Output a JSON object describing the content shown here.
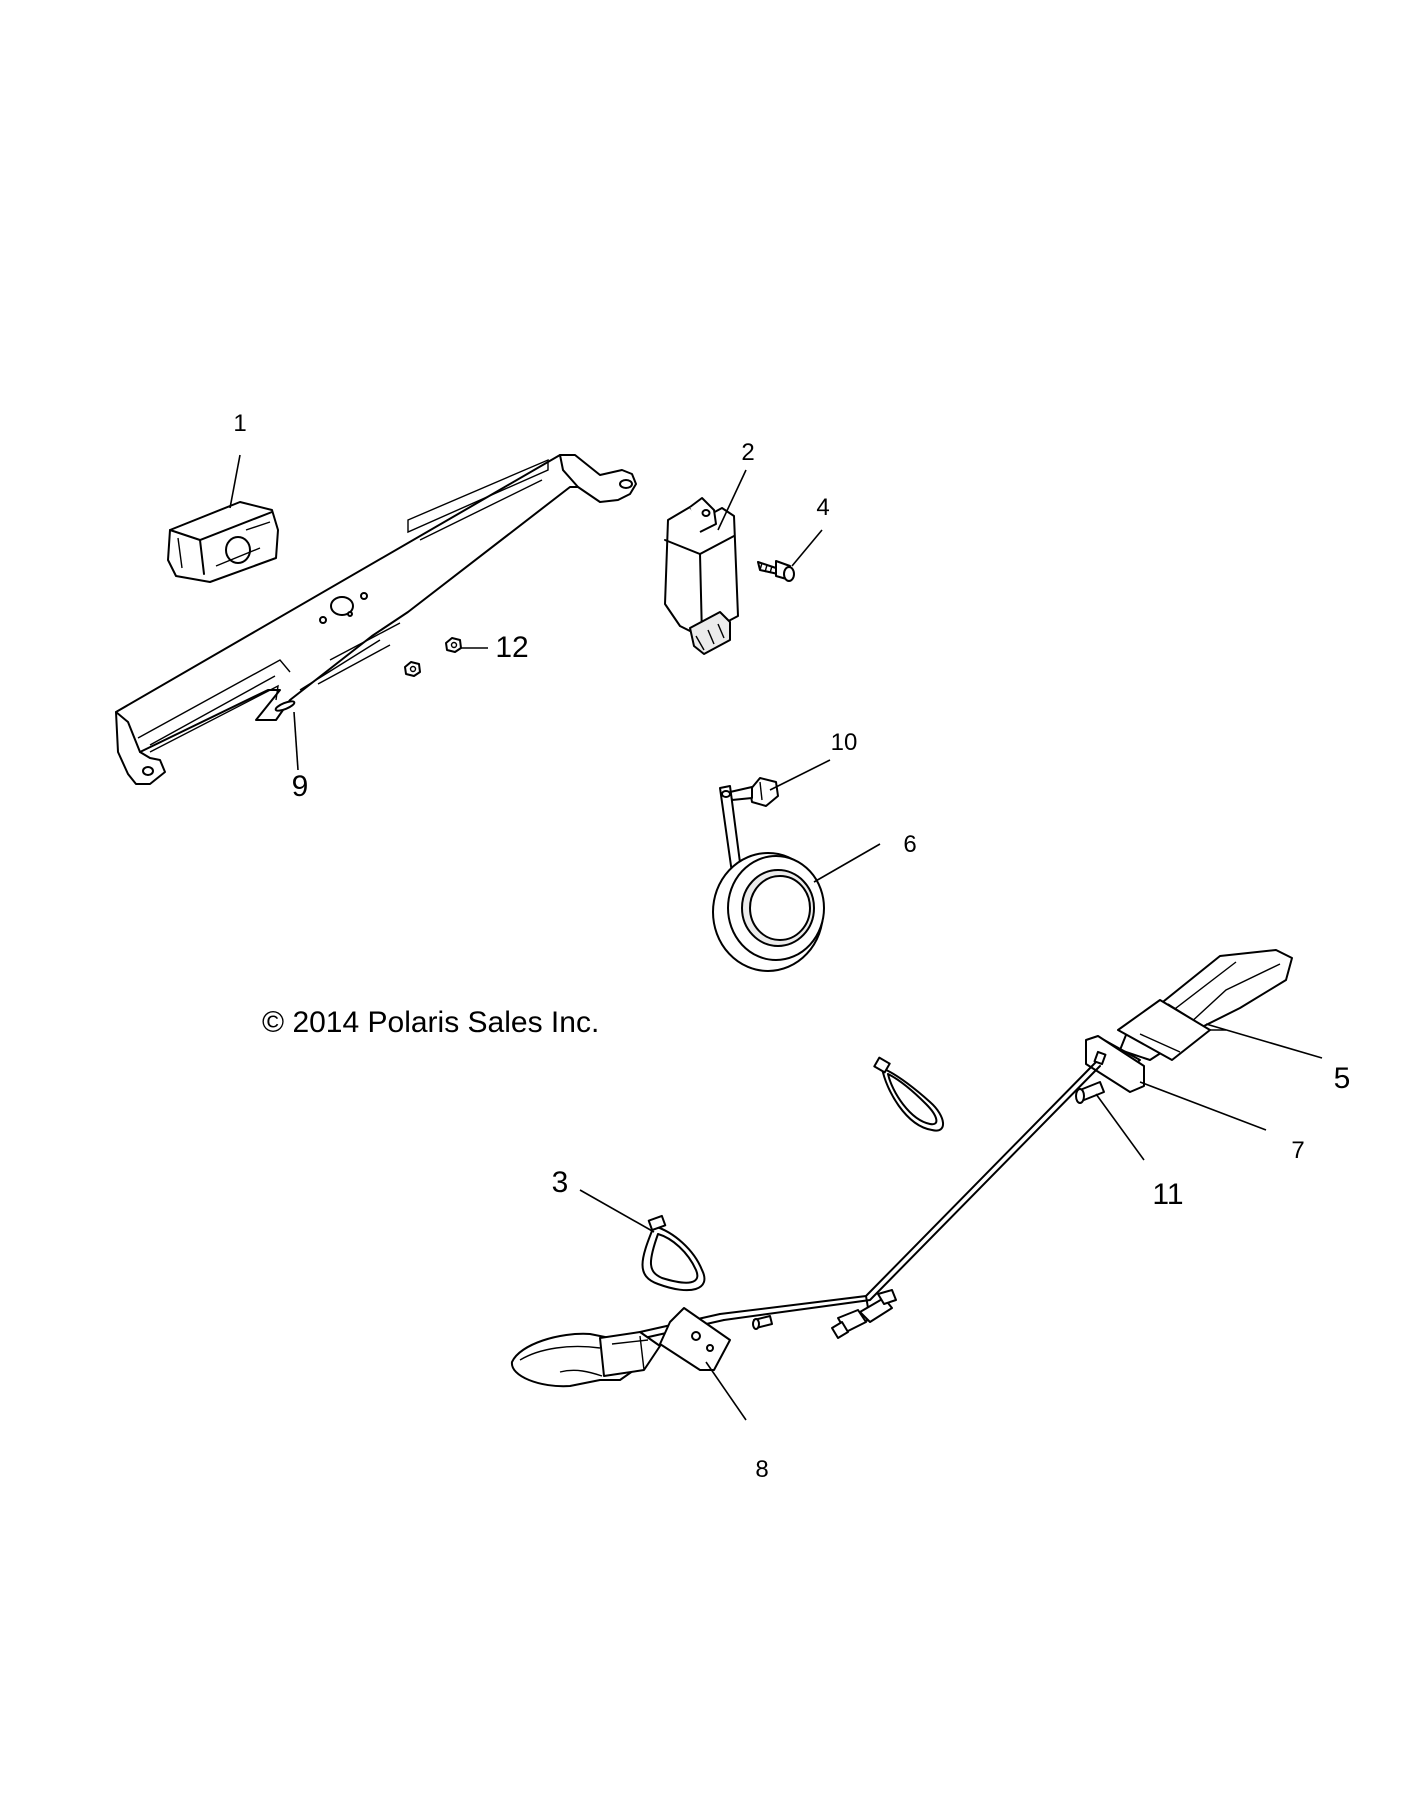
{
  "copyright": "© 2014 Polaris Sales Inc.",
  "callouts": {
    "c1": "1",
    "c2": "2",
    "c3": "3",
    "c4": "4",
    "c5": "5",
    "c6": "6",
    "c7": "7",
    "c8": "8",
    "c9": "9",
    "c10": "10",
    "c11": "11",
    "c12": "12"
  }
}
